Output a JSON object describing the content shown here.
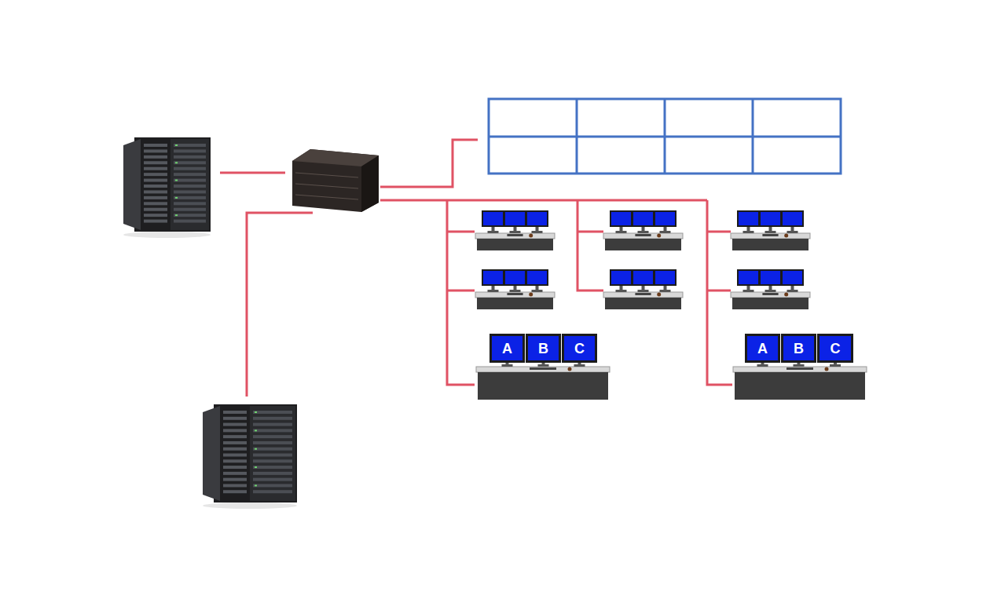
{
  "diagram": {
    "nodes": [
      {
        "text": [
          "A"
        ]
      },
      {
        "text": [
          "B"
        ]
      },
      {
        "text": [
          "C"
        ]
      },
      {
        "text": [
          "A"
        ]
      },
      {
        "text": [
          "B"
        ]
      },
      {
        "text": [
          "C"
        ]
      }
    ]
  }
}
